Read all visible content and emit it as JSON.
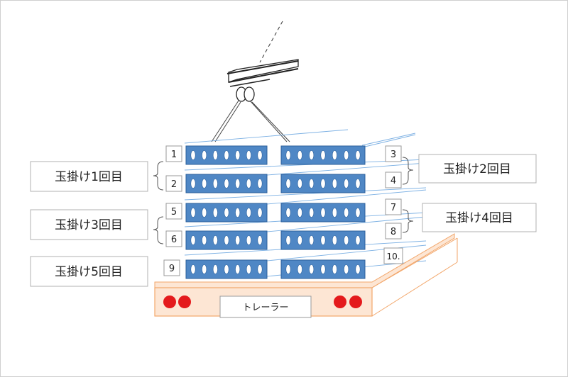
{
  "labels": {
    "lift1": "玉掛け1回目",
    "lift2": "玉掛け2回目",
    "lift3": "玉掛け3回目",
    "lift4": "玉掛け4回目",
    "lift5": "玉掛け5回目"
  },
  "numbers": {
    "n1": "1",
    "n2": "2",
    "n3": "3",
    "n4": "4",
    "n5": "5",
    "n6": "6",
    "n7": "7",
    "n8": "8",
    "n9": "9",
    "n10": "10."
  },
  "trailer": {
    "label": "トレーラー"
  },
  "colors": {
    "beam": "#4f87c5",
    "guide": "#7fb2e4",
    "trailer_edge": "#f2a66a",
    "light": "#e41a1c"
  },
  "icons": [
    "crane-hook-icon",
    "sling-icon",
    "tail-light-icon"
  ]
}
